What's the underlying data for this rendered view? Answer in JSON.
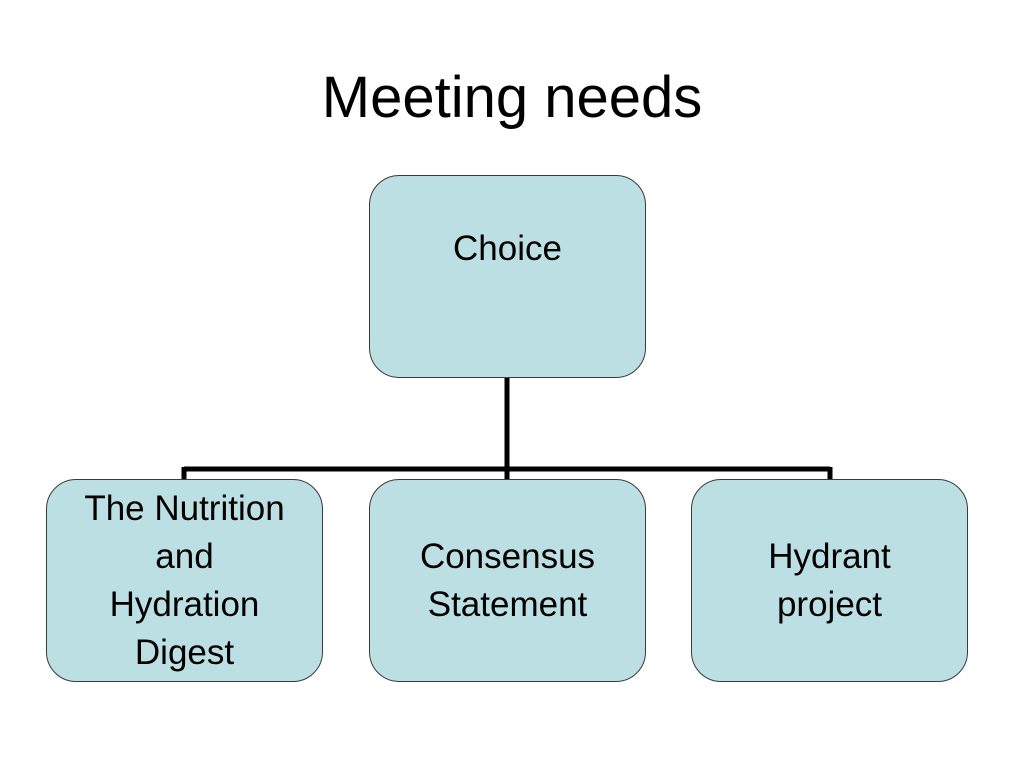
{
  "slide": {
    "title": "Meeting needs"
  },
  "diagram": {
    "root": {
      "label": "Choice"
    },
    "children": [
      {
        "label": "The Nutrition\nand\nHydration\nDigest"
      },
      {
        "label": "Consensus\nStatement"
      },
      {
        "label": "Hydrant\nproject"
      }
    ]
  },
  "colors": {
    "node_fill": "#bcdfe3",
    "node_border": "#3a3a3a",
    "connector": "#000000"
  }
}
